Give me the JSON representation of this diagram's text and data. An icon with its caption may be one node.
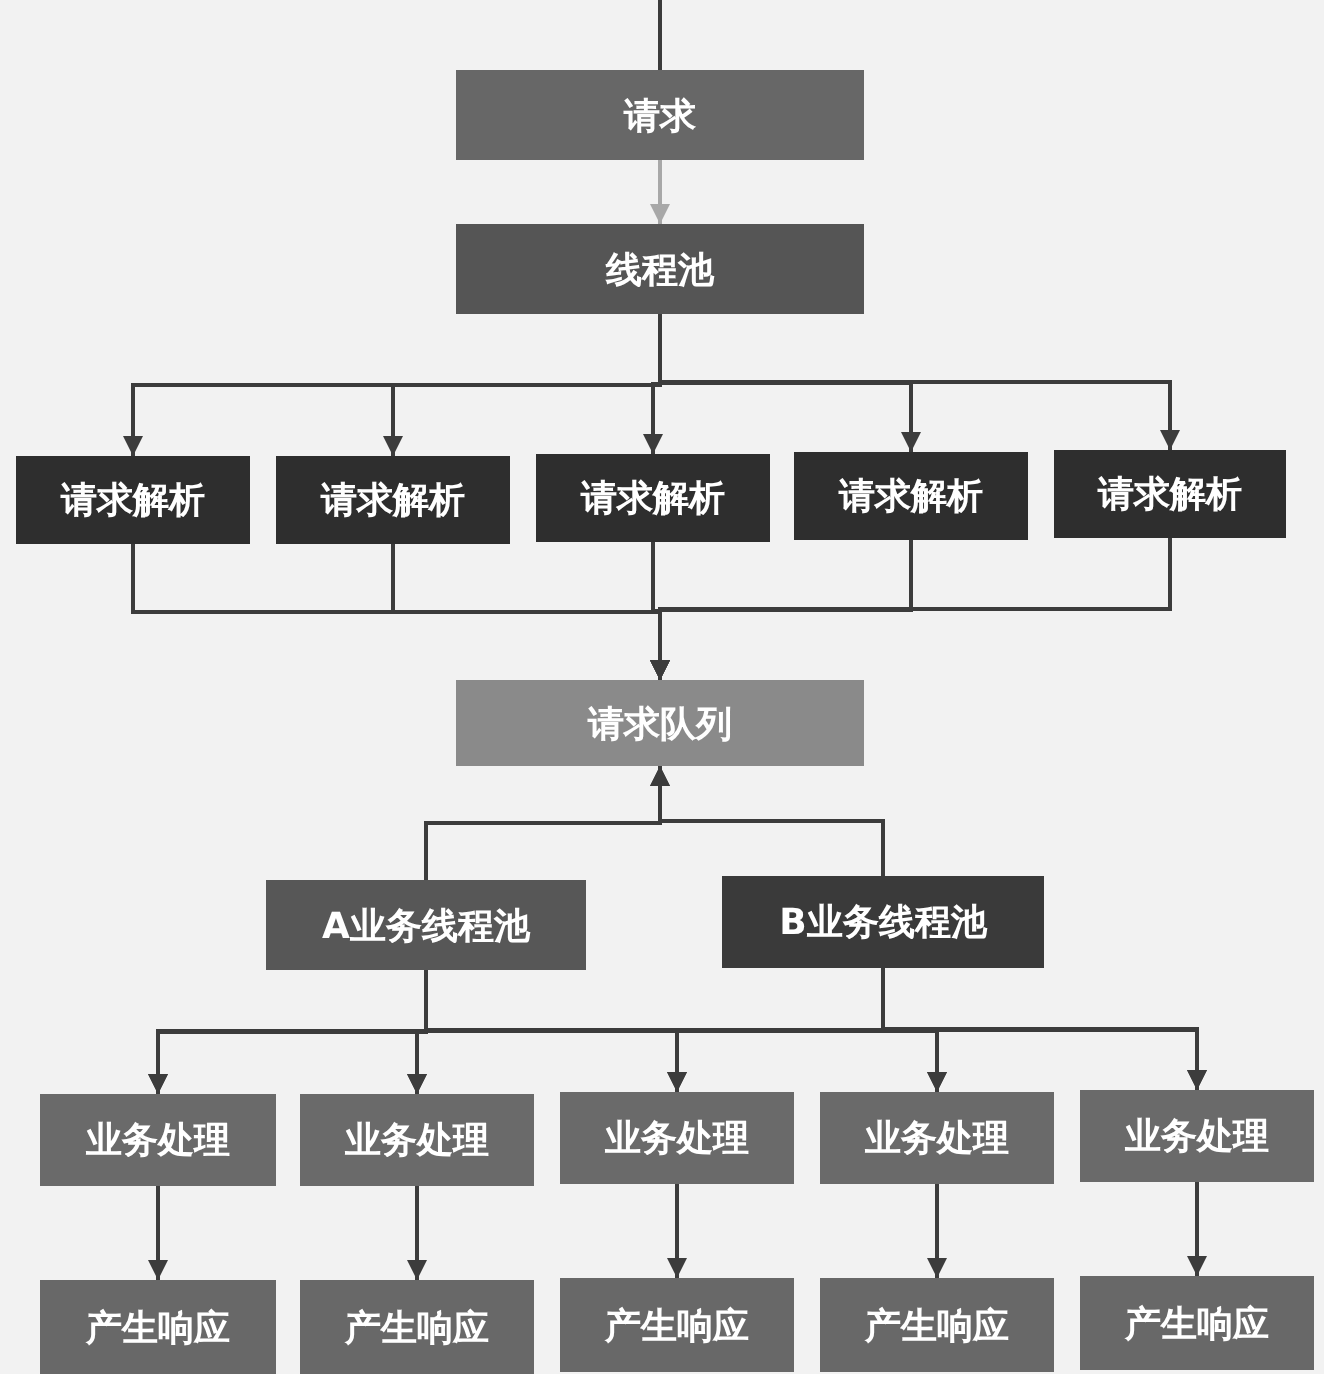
{
  "diagram": {
    "nodes": [
      {
        "text": [
          "请求"
        ]
      },
      {
        "text": [
          "线程池"
        ]
      },
      {
        "text": [
          "请求解析"
        ]
      },
      {
        "text": [
          "请求解析"
        ]
      },
      {
        "text": [
          "请求解析"
        ]
      },
      {
        "text": [
          "请求解析"
        ]
      },
      {
        "text": [
          "请求解析"
        ]
      },
      {
        "text": [
          "请求队列"
        ]
      },
      {
        "text": [
          "A业务线程池"
        ]
      },
      {
        "text": [
          "B业务线程池"
        ]
      },
      {
        "text": [
          "业务处理"
        ]
      },
      {
        "text": [
          "业务处理"
        ]
      },
      {
        "text": [
          "业务处理"
        ]
      },
      {
        "text": [
          "业务处理"
        ]
      },
      {
        "text": [
          "业务处理"
        ]
      },
      {
        "text": [
          "产生响应"
        ]
      },
      {
        "text": [
          "产生响应"
        ]
      },
      {
        "text": [
          "产生响应"
        ]
      },
      {
        "text": [
          "产生响应"
        ]
      },
      {
        "text": [
          "产生响应"
        ]
      }
    ],
    "edges": [
      {
        "from": null,
        "to": 0,
        "arrow": "none"
      },
      {
        "from": 0,
        "to": 1,
        "arrow": "to",
        "color": "#a8a8a8"
      },
      {
        "from": 1,
        "to": 2,
        "arrow": "to"
      },
      {
        "from": 1,
        "to": 3,
        "arrow": "to"
      },
      {
        "from": 1,
        "to": 4,
        "arrow": "to"
      },
      {
        "from": 1,
        "to": 5,
        "arrow": "to"
      },
      {
        "from": 1,
        "to": 6,
        "arrow": "to"
      },
      {
        "from": 2,
        "to": 7,
        "arrow": "to"
      },
      {
        "from": 3,
        "to": 7,
        "arrow": "to"
      },
      {
        "from": 4,
        "to": 7,
        "arrow": "to"
      },
      {
        "from": 5,
        "to": 7,
        "arrow": "to"
      },
      {
        "from": 6,
        "to": 7,
        "arrow": "to"
      },
      {
        "from": 8,
        "to": 7,
        "arrow": "to"
      },
      {
        "from": 9,
        "to": 7,
        "arrow": "to"
      },
      {
        "from": 8,
        "to": 10,
        "arrow": "to"
      },
      {
        "from": 8,
        "to": 11,
        "arrow": "to"
      },
      {
        "from": 8,
        "to": 12,
        "arrow": "to"
      },
      {
        "from": 8,
        "to": 13,
        "arrow": "to"
      },
      {
        "from": 8,
        "to": 14,
        "arrow": "to"
      },
      {
        "from": 9,
        "to": 10,
        "arrow": "to"
      },
      {
        "from": 9,
        "to": 11,
        "arrow": "to"
      },
      {
        "from": 9,
        "to": 12,
        "arrow": "to"
      },
      {
        "from": 9,
        "to": 13,
        "arrow": "to"
      },
      {
        "from": 9,
        "to": 14,
        "arrow": "to"
      },
      {
        "from": 10,
        "to": 15,
        "arrow": "to"
      },
      {
        "from": 11,
        "to": 16,
        "arrow": "to"
      },
      {
        "from": 12,
        "to": 17,
        "arrow": "to"
      },
      {
        "from": 13,
        "to": 18,
        "arrow": "to"
      },
      {
        "from": 14,
        "to": 19,
        "arrow": "to"
      }
    ]
  }
}
